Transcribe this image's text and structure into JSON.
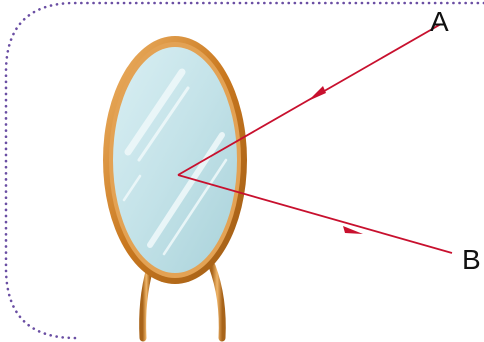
{
  "labels": {
    "point_a": "A",
    "point_b": "B"
  },
  "colors": {
    "border_dots": "#6a4ea3",
    "ray": "#c8102e",
    "frame_outer": "#b86a1f",
    "frame_inner": "#e3a254",
    "glass": "#c8e6ec",
    "glass_shine": "#eef8fa",
    "legs": "#c8852f"
  },
  "icons": {
    "arrow_incoming": "arrowhead",
    "arrow_reflected": "arrowhead"
  }
}
